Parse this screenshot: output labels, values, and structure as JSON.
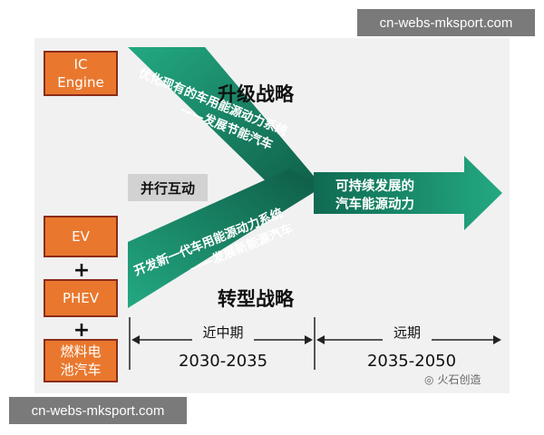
{
  "watermark": "cn-webs-mksport.com",
  "boxes": {
    "ic_engine": [
      "IC",
      "Engine"
    ],
    "ev": "EV",
    "phev": "PHEV",
    "fuel_cell": [
      "燃料电",
      "池汽车"
    ],
    "plus": "+"
  },
  "parallel_label": "并行互动",
  "upgrade": {
    "title": "升级战略",
    "line1": "优化现有的车用能源动力系统",
    "line2": "——发展节能汽车"
  },
  "transform": {
    "title": "转型战略",
    "line1": "开发新一代车用能源动力系统",
    "line2": "——发展新能源汽车"
  },
  "result": {
    "line1": "可持续发展的",
    "line2": "汽车能源动力"
  },
  "timeline": {
    "mid_term_label": "近中期",
    "mid_term_years": "2030-2035",
    "long_term_label": "远期",
    "long_term_years": "2035-2050"
  },
  "logo_text": "火石创造",
  "colors": {
    "arrow_green": "#1f9e7b",
    "arrow_dark": "#0e5a45",
    "box_orange": "#e9782e"
  }
}
